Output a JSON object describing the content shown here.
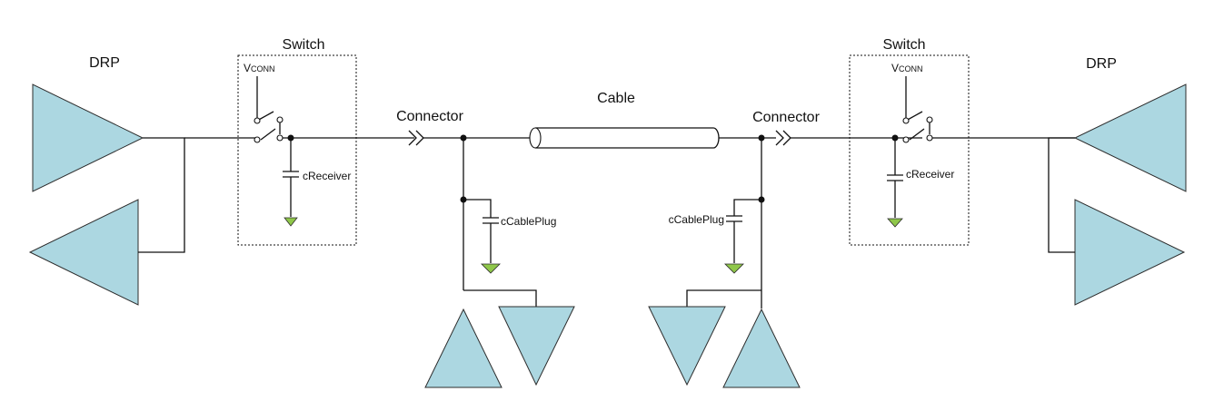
{
  "labels": {
    "drp_left": "DRP",
    "drp_right": "DRP",
    "switch_left": "Switch",
    "switch_right": "Switch",
    "vconn_left_main": "V",
    "vconn_left_sub": "CONN",
    "vconn_right_main": "V",
    "vconn_right_sub": "CONN",
    "creceiver_left": "cReceiver",
    "creceiver_right": "cReceiver",
    "connector_left": "Connector",
    "connector_right": "Connector",
    "cable": "Cable",
    "ccableplug_left": "cCablePlug",
    "ccableplug_right": "cCablePlug"
  },
  "colors": {
    "amplifier_fill": "#acd7e1",
    "ground_fill": "#8fc74a",
    "wire": "#111111"
  }
}
